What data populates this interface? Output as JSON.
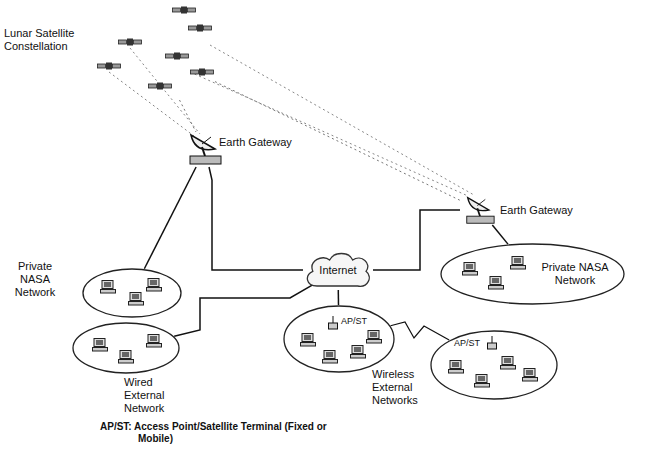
{
  "diagram": {
    "nodes": [
      {
        "text": [
          "Lunar Satellite Constellation"
        ]
      },
      {
        "text": [
          "Earth Gateway"
        ]
      },
      {
        "text": [
          "Earth Gateway"
        ]
      },
      {
        "text": [
          "Internet"
        ]
      },
      {
        "text": [
          "Private NASA Network"
        ]
      },
      {
        "text": [
          "Private NASA Network"
        ]
      },
      {
        "text": [
          "AP/ST",
          "Wireless External Networks"
        ]
      },
      {
        "text": [
          "AP/ST"
        ]
      },
      {
        "text": [
          "Wired External Network"
        ]
      }
    ],
    "edges": [
      {
        "from": 0,
        "to": 1,
        "arrow": "none"
      },
      {
        "from": 0,
        "to": 2,
        "arrow": "none"
      },
      {
        "from": 1,
        "to": 4,
        "arrow": "none"
      },
      {
        "from": 1,
        "to": 3,
        "arrow": "none"
      },
      {
        "from": 3,
        "to": 8,
        "arrow": "none"
      },
      {
        "from": 3,
        "to": 6,
        "arrow": "none"
      },
      {
        "from": 3,
        "to": 2,
        "arrow": "none"
      },
      {
        "from": 2,
        "to": 5,
        "arrow": "none"
      },
      {
        "from": 6,
        "to": 7,
        "arrow": "none"
      }
    ],
    "labels": [
      "AP/ST: Access Point/Satellite Terminal (Fixed or Mobile)"
    ]
  }
}
